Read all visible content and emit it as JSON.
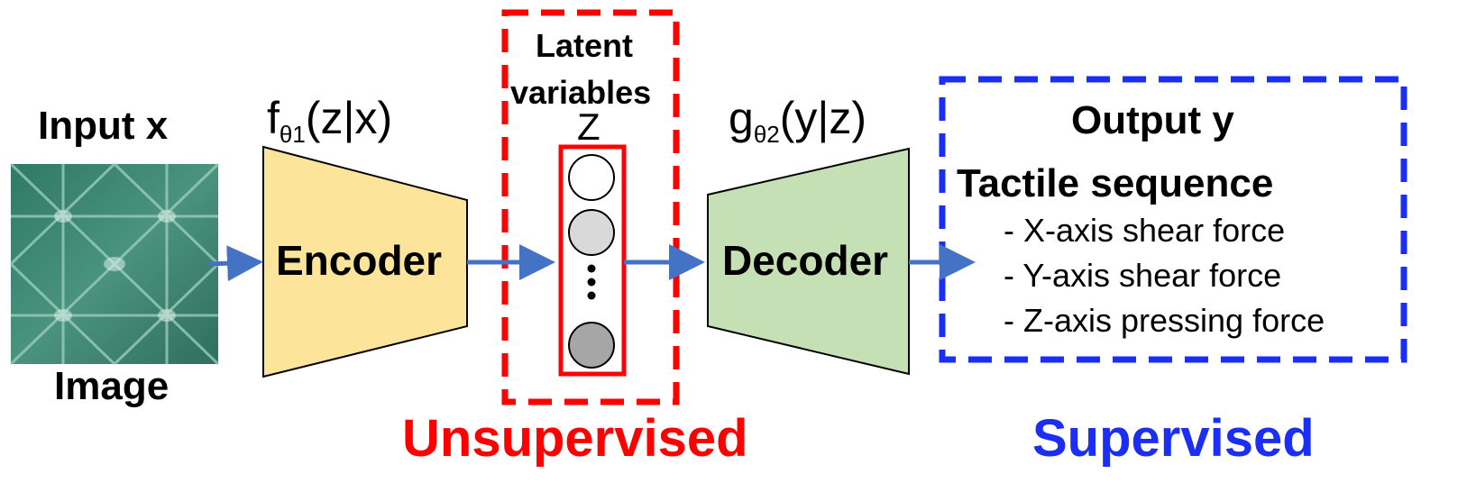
{
  "input": {
    "title": "Input x",
    "caption": "Image"
  },
  "encoder": {
    "label": "Encoder",
    "func_main": "f",
    "func_sub": "θ1",
    "func_args": "(z|x)",
    "fill": "#fce59a"
  },
  "latent": {
    "line1": "Latent",
    "line2": "variables",
    "symbol": "Z",
    "frame_color": "#ff0000"
  },
  "decoder": {
    "label": "Decoder",
    "func_main": "g",
    "func_sub": "θ2",
    "func_args": "(y|z)",
    "fill": "#c5e0b4"
  },
  "output": {
    "title": "Output y",
    "subtitle": "Tactile sequence",
    "items": [
      "- X-axis shear force",
      "- Y-axis shear force",
      "- Z-axis pressing force"
    ],
    "frame_color": "#1a2ef5"
  },
  "labels": {
    "unsupervised": "Unsupervised",
    "supervised": "Supervised"
  },
  "colors": {
    "arrow": "#4472c4",
    "image_base": "#3f8a74"
  }
}
